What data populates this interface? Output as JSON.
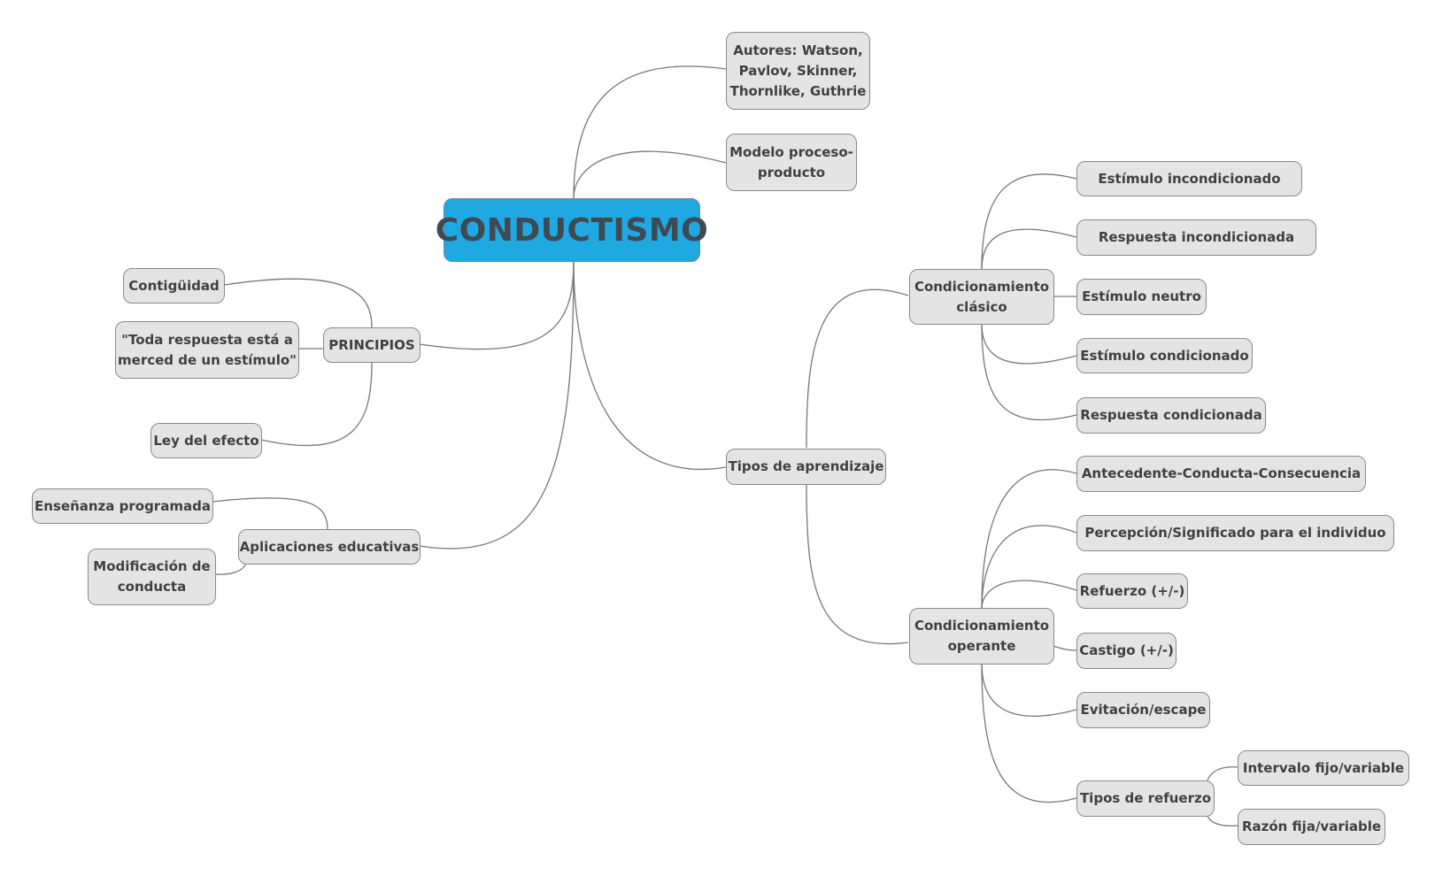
{
  "diagram": {
    "type": "mind-map",
    "colors": {
      "root_fill": "#1fa8e1",
      "node_fill": "#e4e4e4",
      "node_border": "#8a8a8a",
      "text": "#404040",
      "connector": "#777777"
    },
    "root": {
      "label": "CONDUCTISMO"
    },
    "top_right": {
      "autores": "Autores: Watson, Pavlov, Skinner, Thornlike, Guthrie",
      "modelo": "Modelo proceso-producto"
    },
    "principios": {
      "label": "PRINCIPIOS",
      "children": [
        "Contigüidad",
        "\"Toda respuesta está a merced de un estímulo\"",
        "Ley del efecto"
      ]
    },
    "aplicaciones": {
      "label": "Aplicaciones educativas",
      "children": [
        "Enseñanza programada",
        "Modificación de conducta"
      ]
    },
    "tipos": {
      "label": "Tipos de aprendizaje",
      "clasico": {
        "label": "Condicionamiento clásico",
        "children": [
          "Estímulo incondicionado",
          "Respuesta incondicionada",
          "Estímulo neutro",
          "Estímulo condicionado",
          "Respuesta condicionada"
        ]
      },
      "operante": {
        "label": "Condicionamiento operante",
        "children": [
          "Antecedente-Conducta-Consecuencia",
          "Percepción/Significado para el individuo",
          "Refuerzo (+/-)",
          "Castigo (+/-)",
          "Evitación/escape"
        ],
        "refuerzo": {
          "label": "Tipos de refuerzo",
          "children": [
            "Intervalo fijo/variable",
            "Razón fija/variable"
          ]
        }
      }
    }
  }
}
